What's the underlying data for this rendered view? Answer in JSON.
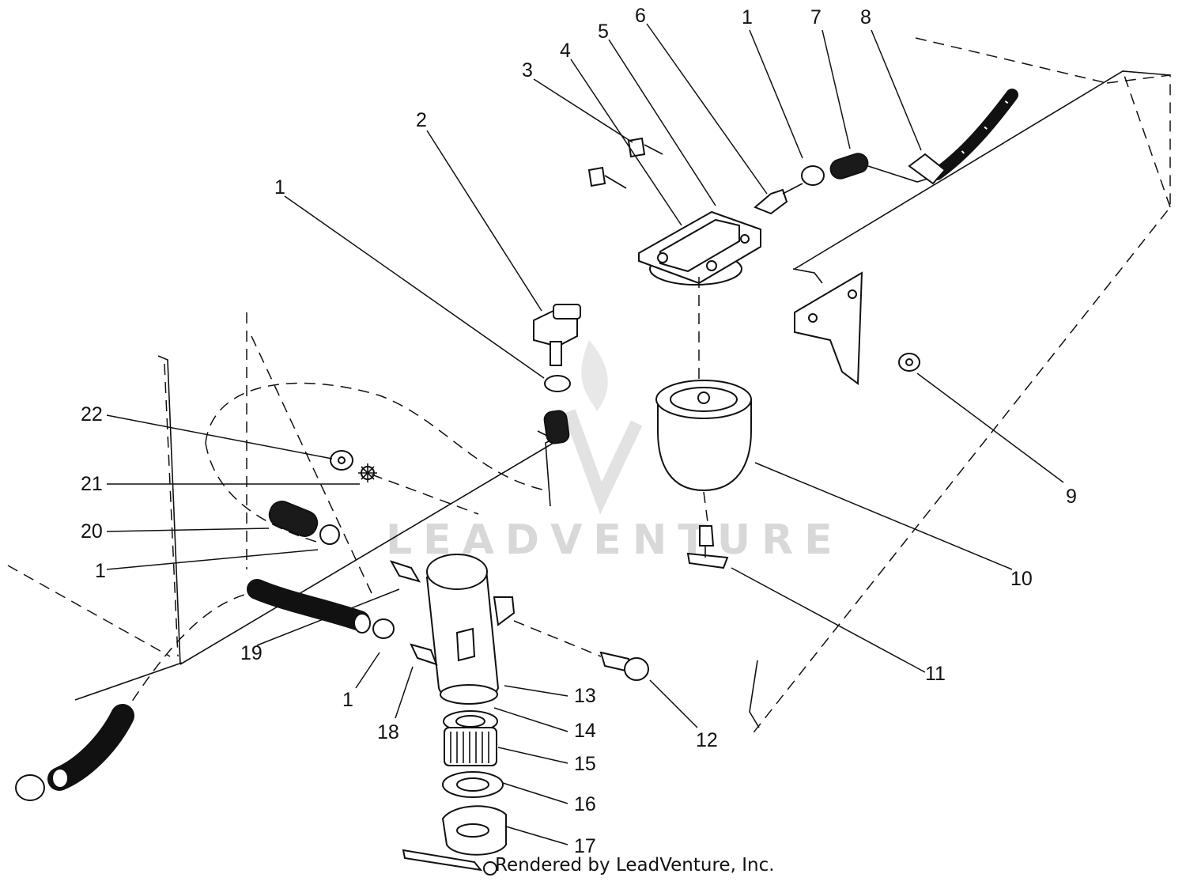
{
  "watermark": "LEADVENTURE",
  "credit": "Rendered by LeadVenture, Inc.",
  "callouts": [
    {
      "id": "c1a",
      "text": "1"
    },
    {
      "id": "c7",
      "text": "7"
    },
    {
      "id": "c8",
      "text": "8"
    },
    {
      "id": "c6",
      "text": "6"
    },
    {
      "id": "c5",
      "text": "5"
    },
    {
      "id": "c4",
      "text": "4"
    },
    {
      "id": "c3",
      "text": "3"
    },
    {
      "id": "c2",
      "text": "2"
    },
    {
      "id": "c1b",
      "text": "1"
    },
    {
      "id": "c22",
      "text": "22"
    },
    {
      "id": "c21",
      "text": "21"
    },
    {
      "id": "c20",
      "text": "20"
    },
    {
      "id": "c1c",
      "text": "1"
    },
    {
      "id": "c19",
      "text": "19"
    },
    {
      "id": "c1d",
      "text": "1"
    },
    {
      "id": "c18",
      "text": "18"
    },
    {
      "id": "c13",
      "text": "13"
    },
    {
      "id": "c14",
      "text": "14"
    },
    {
      "id": "c15",
      "text": "15"
    },
    {
      "id": "c16",
      "text": "16"
    },
    {
      "id": "c17",
      "text": "17"
    },
    {
      "id": "c12",
      "text": "12"
    },
    {
      "id": "c11",
      "text": "11"
    },
    {
      "id": "c10",
      "text": "10"
    },
    {
      "id": "c9",
      "text": "9"
    }
  ]
}
